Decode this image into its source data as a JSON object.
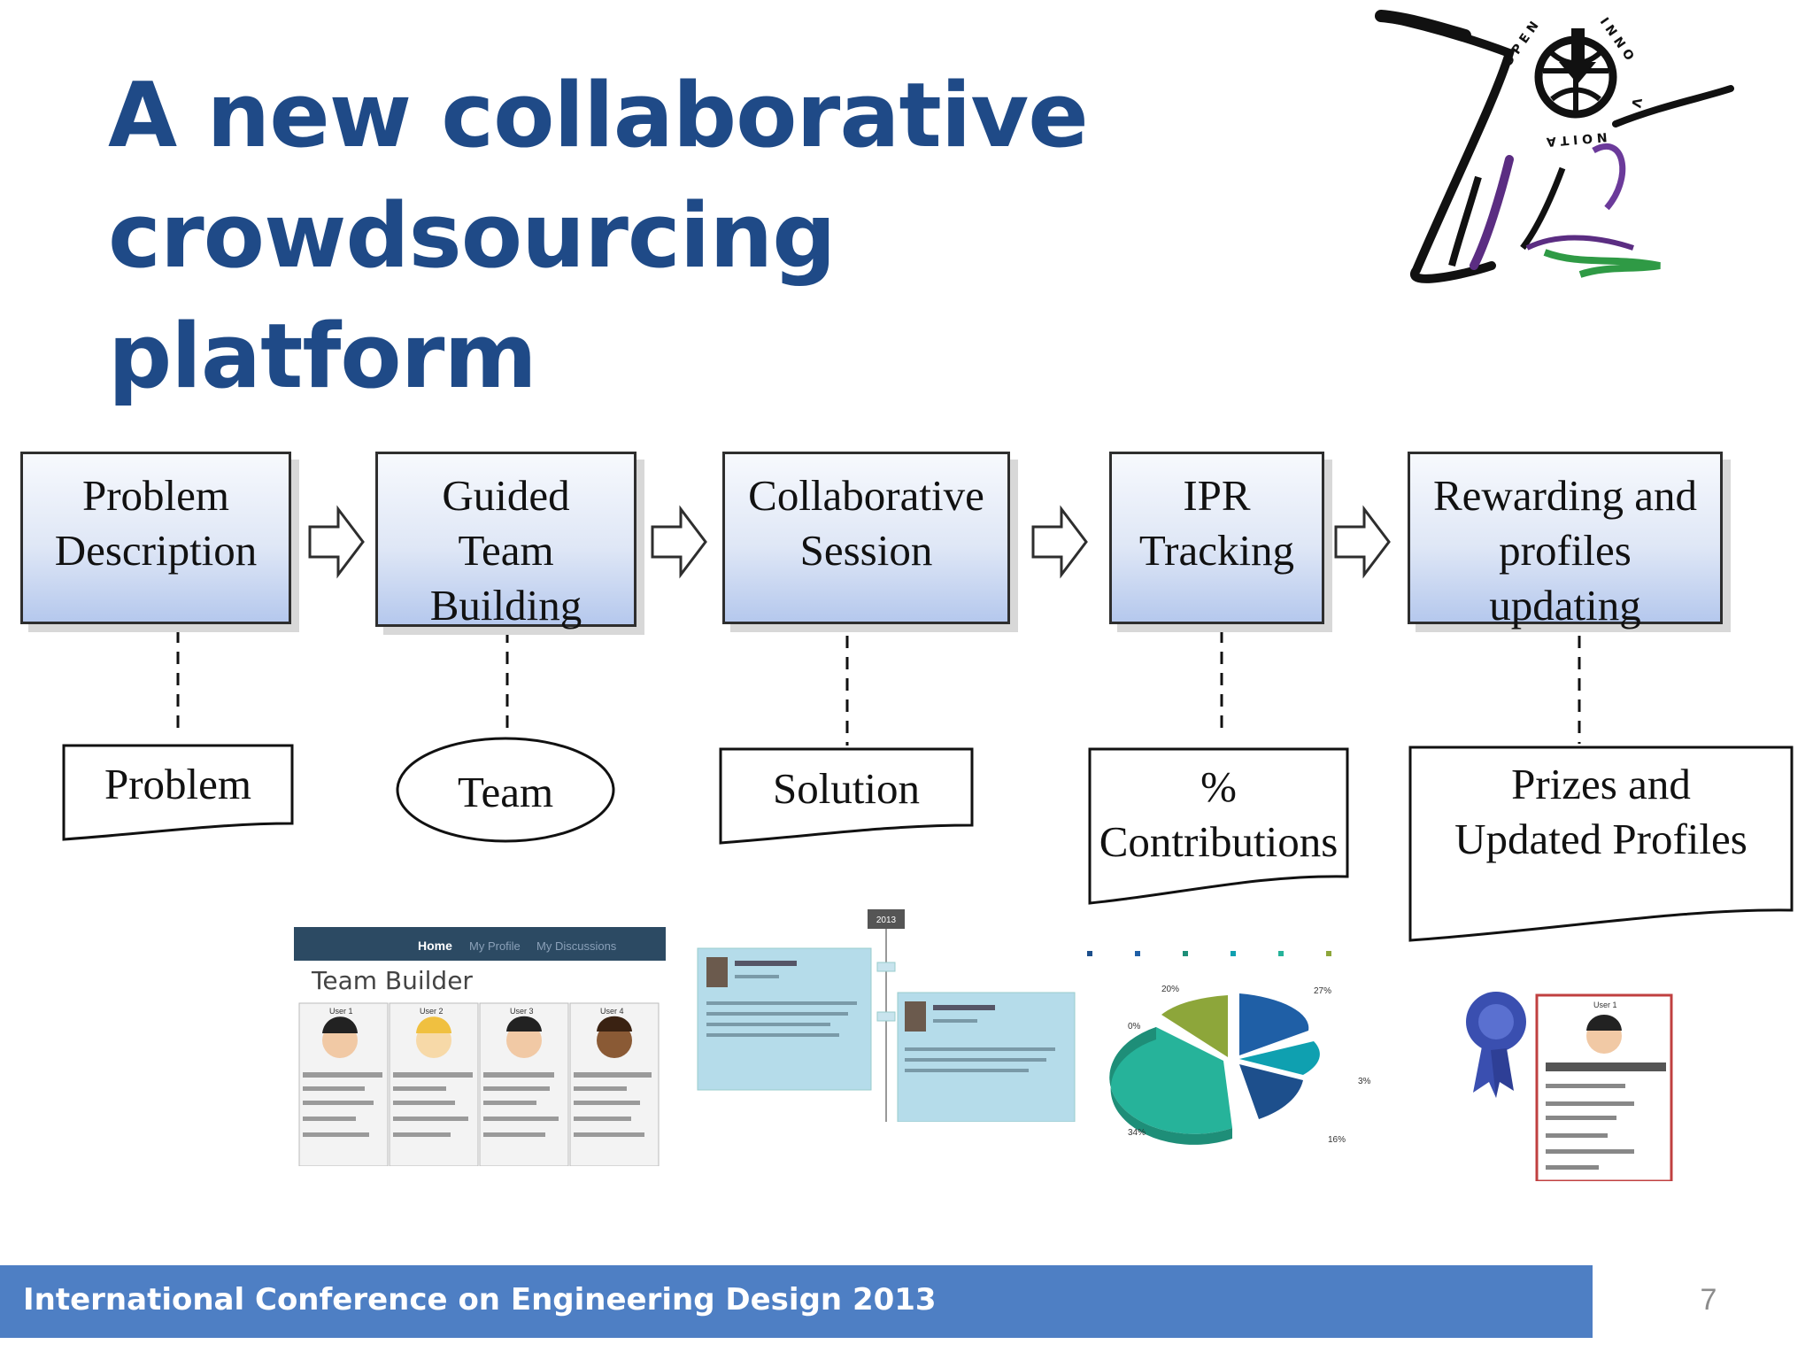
{
  "slide": {
    "title_line1": "A new collaborative",
    "title_line2": "crowdsourcing platform",
    "footer": "International Conference on Engineering Design 2013",
    "page_number": "7"
  },
  "logo": {
    "ring_text": "OPEN INNOVATION",
    "icon": "globe-arrow-logo"
  },
  "steps": [
    {
      "lines": [
        "Problem",
        "Description"
      ]
    },
    {
      "lines": [
        "Guided",
        "Team",
        "Building"
      ]
    },
    {
      "lines": [
        "Collaborative",
        "Session"
      ]
    },
    {
      "lines": [
        "IPR",
        "Tracking"
      ]
    },
    {
      "lines": [
        "Rewarding and",
        "profiles",
        "updating"
      ]
    }
  ],
  "outputs": [
    {
      "lines": [
        "Problem"
      ],
      "shape": "document"
    },
    {
      "lines": [
        "Team"
      ],
      "shape": "ellipse"
    },
    {
      "lines": [
        "Solution"
      ],
      "shape": "document"
    },
    {
      "lines": [
        "%",
        "Contributions"
      ],
      "shape": "document"
    },
    {
      "lines": [
        "Prizes and",
        "Updated Profiles"
      ],
      "shape": "document"
    }
  ],
  "screens": {
    "team_builder": {
      "nav": [
        "Home",
        "My Profile",
        "My Discussions"
      ],
      "heading": "Team Builder",
      "users": [
        "User 1",
        "User 2",
        "User 3",
        "User 4"
      ]
    },
    "session": {
      "marker": "2013"
    },
    "pie": {
      "labels": [
        "20%",
        "27%",
        "0%",
        "3%",
        "34%",
        "16%"
      ],
      "colors": [
        "#8da63a",
        "#1f5fa6",
        "#0fa0b0",
        "#1e8e78",
        "#26b39a",
        "#1d4f8c"
      ]
    },
    "profile": {
      "user": "User 1",
      "ribbon_color": "#3a4fb0"
    }
  },
  "colors": {
    "title": "#1f4a87",
    "footer_bg": "#4e7fc4",
    "step_bg": "#c9d6f0"
  }
}
